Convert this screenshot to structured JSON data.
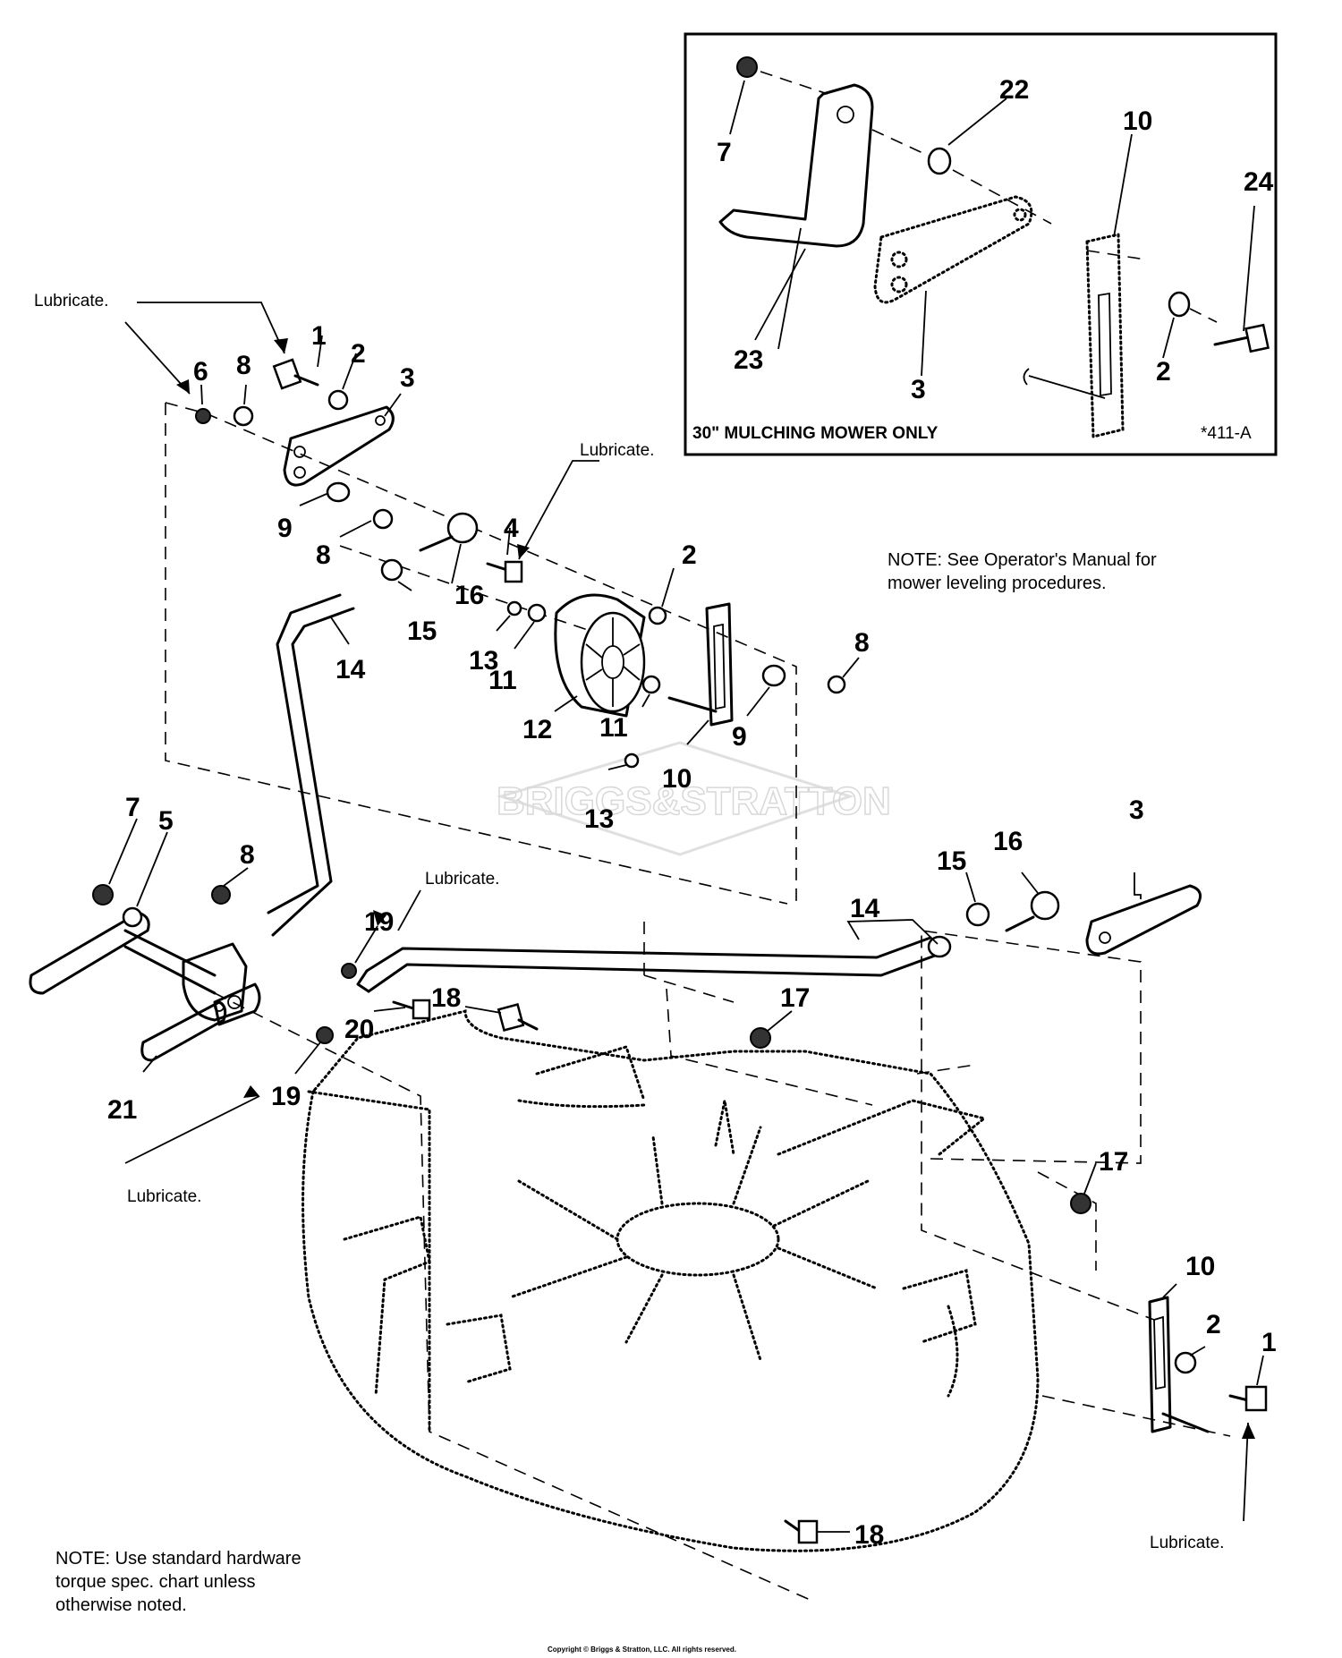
{
  "inset": {
    "title": "30\" MULCHING MOWER ONLY",
    "ref": "*411-A"
  },
  "notes": {
    "leveling": [
      "NOTE: See Operator's Manual for",
      "mower leveling procedures."
    ],
    "hardware": [
      "NOTE: Use standard hardware",
      "torque spec. chart unless",
      "otherwise noted."
    ]
  },
  "lubricate": "Lubricate.",
  "watermark": "BRIGGS&STRATTON",
  "copyright": "Copyright © Briggs & Stratton, LLC. All rights reserved.",
  "callouts": {
    "c1": "1",
    "c2": "2",
    "c3": "3",
    "c4": "4",
    "c5": "5",
    "c6": "6",
    "c7": "7",
    "c8": "8",
    "c9": "9",
    "c10": "10",
    "c11": "11",
    "c12": "12",
    "c13": "13",
    "c14": "14",
    "c15": "15",
    "c16": "16",
    "c17": "17",
    "c18": "18",
    "c19": "19",
    "c20": "20",
    "c21": "21",
    "c22": "22",
    "c23": "23",
    "c24": "24"
  }
}
